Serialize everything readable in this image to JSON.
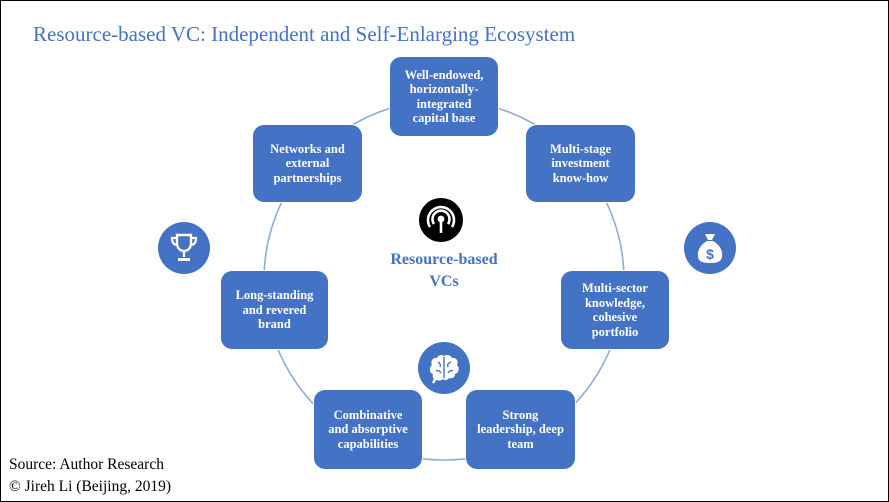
{
  "title": "Resource-based VC: Independent and Self-Enlarging Ecosystem",
  "center": {
    "line1": "Resource-based",
    "line2": "VCs",
    "icon": "wireless-signal-icon"
  },
  "nodes": [
    {
      "label": "Well-endowed, horizontally-integrated capital base"
    },
    {
      "label": "Multi-stage investment know-how"
    },
    {
      "label": "Multi-sector knowledge, cohesive portfolio"
    },
    {
      "label": "Strong leadership, deep team"
    },
    {
      "label": "Combinative and absorptive capabilities"
    },
    {
      "label": "Long-standing and revered brand"
    },
    {
      "label": "Networks and external partnerships"
    }
  ],
  "icons": {
    "left": "trophy-icon",
    "right": "money-bag-icon",
    "bottom": "brain-icon"
  },
  "colors": {
    "accent": "#4472c4",
    "ring": "#8fa9dc"
  },
  "footer": {
    "source": "Source: Author Research",
    "copyright": "© Jireh Li (Beijing, 2019)"
  }
}
